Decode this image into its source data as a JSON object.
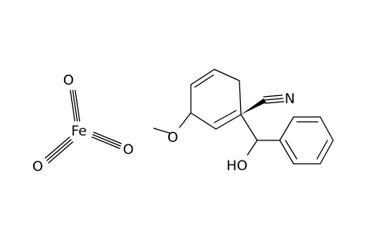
{
  "iron_tricarbonyl": {
    "metal": "Fe",
    "ligands": [
      "O",
      "O",
      "O"
    ]
  },
  "organic_molecule": {
    "nitrile_nitrogen": "N",
    "methoxy_oxygen": "O",
    "hydroxyl": "HO"
  }
}
